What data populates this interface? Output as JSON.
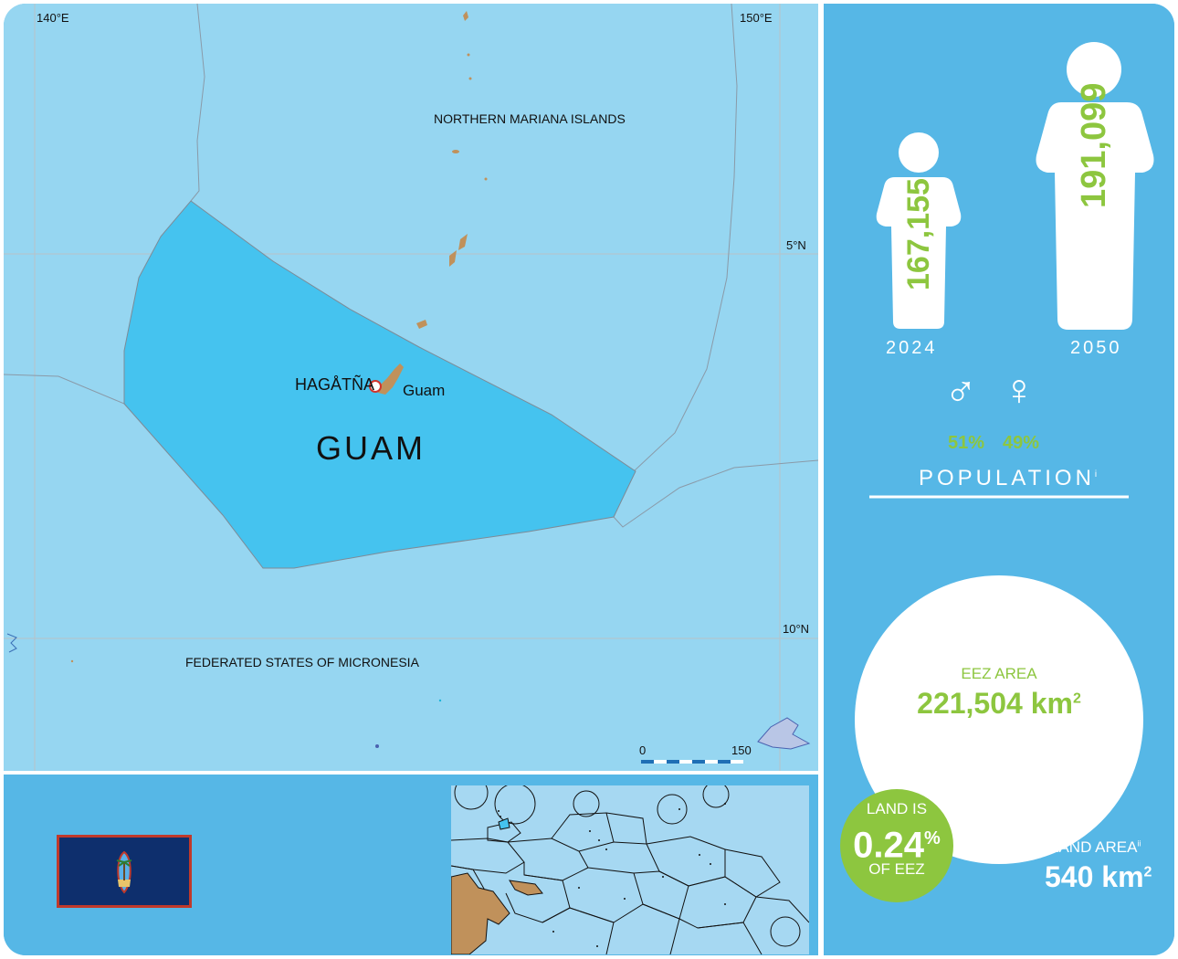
{
  "map": {
    "grid": {
      "lon_140": "140°E",
      "lon_150": "150°E",
      "lat_5": "5°N",
      "lat_10": "10°N"
    },
    "labels": {
      "northern_mariana": "NORTHERN MARIANA ISLANDS",
      "capital": "HAGÅTÑA",
      "island": "Guam",
      "country": "GUAM",
      "micronesia": "FEDERATED STATES OF MICRONESIA"
    },
    "scale": {
      "start": "0",
      "end": "150"
    },
    "colors": {
      "ocean": "#96d6f1",
      "eez": "#45c3ef",
      "land": "#c0915b"
    }
  },
  "population": {
    "figure_2024": {
      "value": "167,155",
      "year": "2024"
    },
    "figure_2050": {
      "value": "191,099",
      "year": "2050"
    },
    "male_pct": "51%",
    "female_pct": "49%",
    "male_icon": "male-symbol-icon",
    "female_icon": "female-symbol-icon",
    "title": "POPULATION",
    "note": "i"
  },
  "eez": {
    "label": "EEZ AREA",
    "value": "221,504 km",
    "sup": "2"
  },
  "land": {
    "label": "LAND AREA",
    "note": "ii",
    "value": "540 km",
    "sup": "2",
    "share_prefix": "LAND IS",
    "share_value": "0.24",
    "share_unit": "%",
    "share_suffix": "OF EEZ"
  },
  "colors": {
    "panel": "#56b7e6",
    "accent_green": "#8dc63f",
    "white": "#ffffff"
  }
}
